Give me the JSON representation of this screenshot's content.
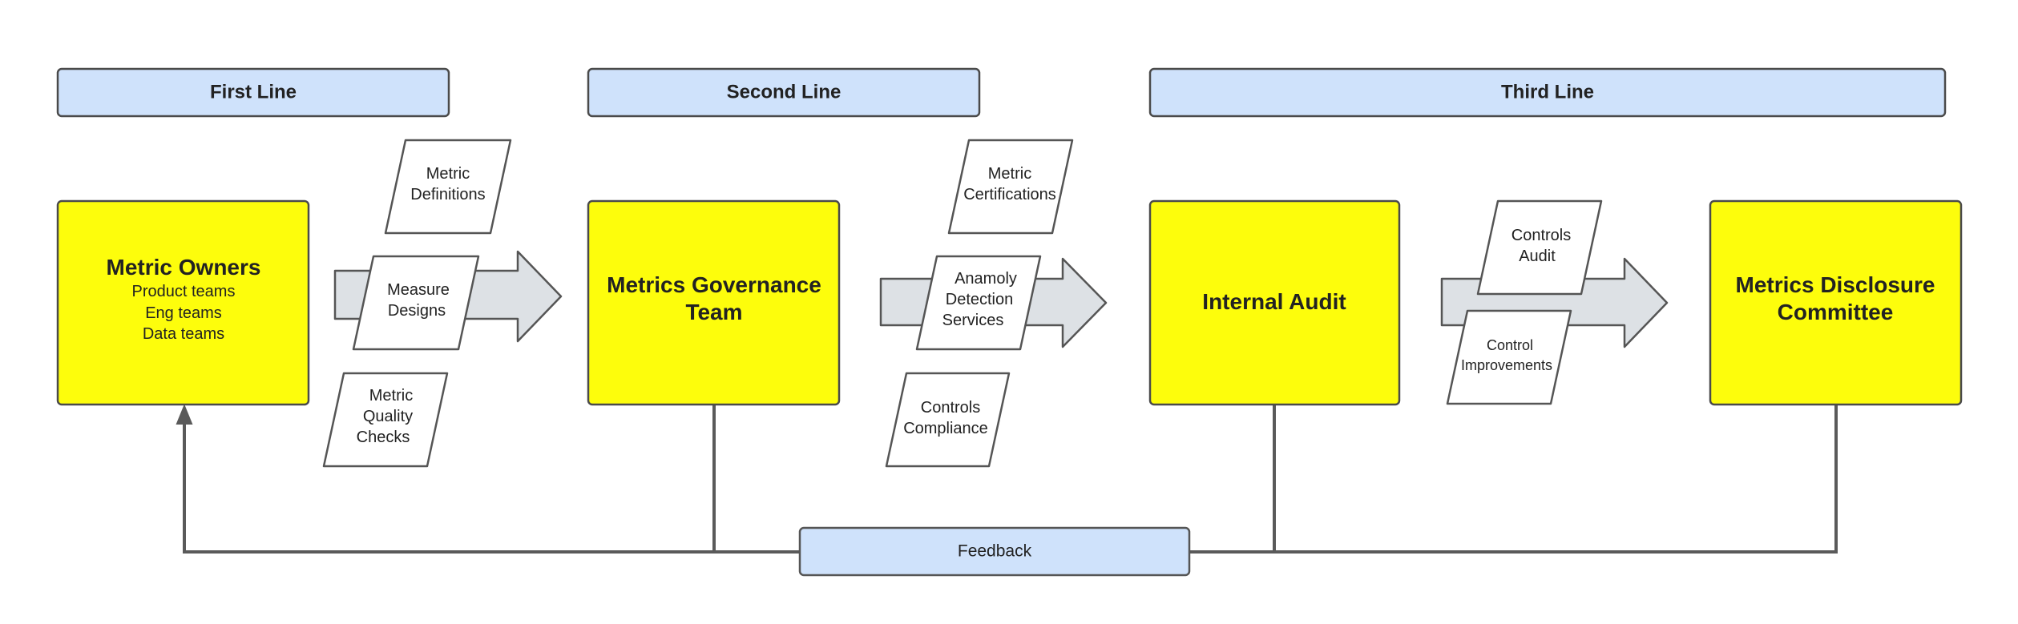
{
  "headers": {
    "first": "First Line",
    "second": "Second Line",
    "third": "Third Line"
  },
  "boxes": {
    "owners": {
      "title": "Metric Owners",
      "lines": [
        "Product teams",
        "Eng teams",
        "Data teams"
      ]
    },
    "governance": {
      "title_lines": [
        "Metrics Governance",
        "Team"
      ]
    },
    "audit": {
      "title": "Internal Audit"
    },
    "committee": {
      "title_lines": [
        "Metrics Disclosure",
        "Committee"
      ]
    }
  },
  "parallelograms": {
    "metric_definitions": [
      "Metric",
      "Definitions"
    ],
    "measure_designs": [
      "Measure",
      "Designs"
    ],
    "metric_quality_checks": [
      "Metric",
      "Quality",
      "Checks"
    ],
    "metric_certifications": [
      "Metric",
      "Certifications"
    ],
    "anomaly_detection": [
      "Anamoly",
      "Detection",
      "Services"
    ],
    "controls_compliance": [
      "Controls",
      "Compliance"
    ],
    "controls_audit": [
      "Controls",
      "Audit"
    ],
    "control_improvements": [
      "Control",
      "Improvements"
    ]
  },
  "feedback": {
    "label": "Feedback"
  },
  "colors": {
    "header_fill": "#cfe2fb",
    "box_fill": "#fdfd0c",
    "arrow_fill": "#dde1e5",
    "stroke": "#4a4a4a"
  }
}
